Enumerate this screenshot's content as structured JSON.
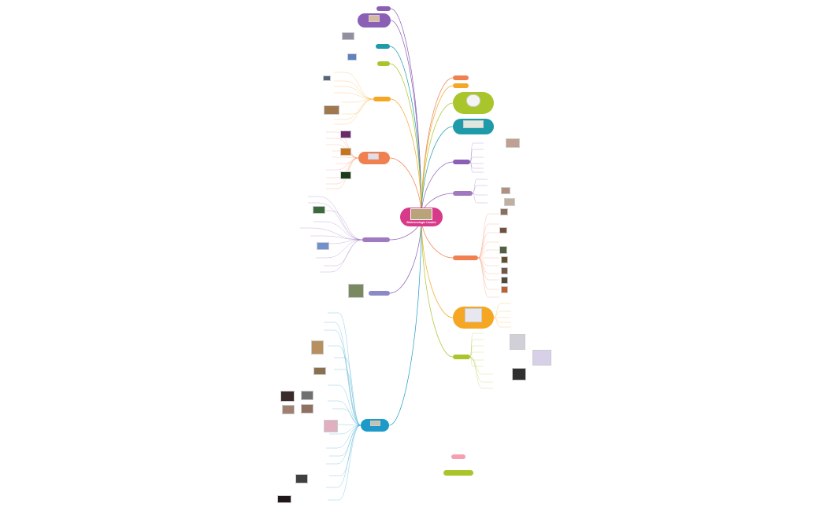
{
  "root": {
    "label": "Biotecnologie Cardini",
    "color": "#d83a8a"
  },
  "colors": {
    "purple": "#8a5fb5",
    "blue": "#1d9ac8",
    "teal": "#1f9aa8",
    "lime": "#a9c52c",
    "orange": "#f5a623",
    "salmon": "#f08050",
    "pink": "#f4a0b0",
    "grey": "#999999"
  },
  "left_branches": [
    {
      "color": "purple"
    },
    {
      "color": "purple"
    },
    {
      "color": "teal"
    },
    {
      "color": "lime"
    },
    {
      "color": "orange"
    },
    {
      "color": "salmon"
    },
    {
      "color": "purple"
    },
    {
      "color": "purple"
    },
    {
      "color": "blue"
    }
  ],
  "right_branches": [
    {
      "color": "salmon"
    },
    {
      "color": "orange"
    },
    {
      "color": "lime"
    },
    {
      "color": "teal"
    },
    {
      "color": "purple"
    },
    {
      "color": "purple"
    },
    {
      "color": "salmon"
    },
    {
      "color": "orange"
    },
    {
      "color": "lime"
    }
  ],
  "legend": {
    "color": "pink"
  },
  "footer": {
    "color": "lime"
  }
}
